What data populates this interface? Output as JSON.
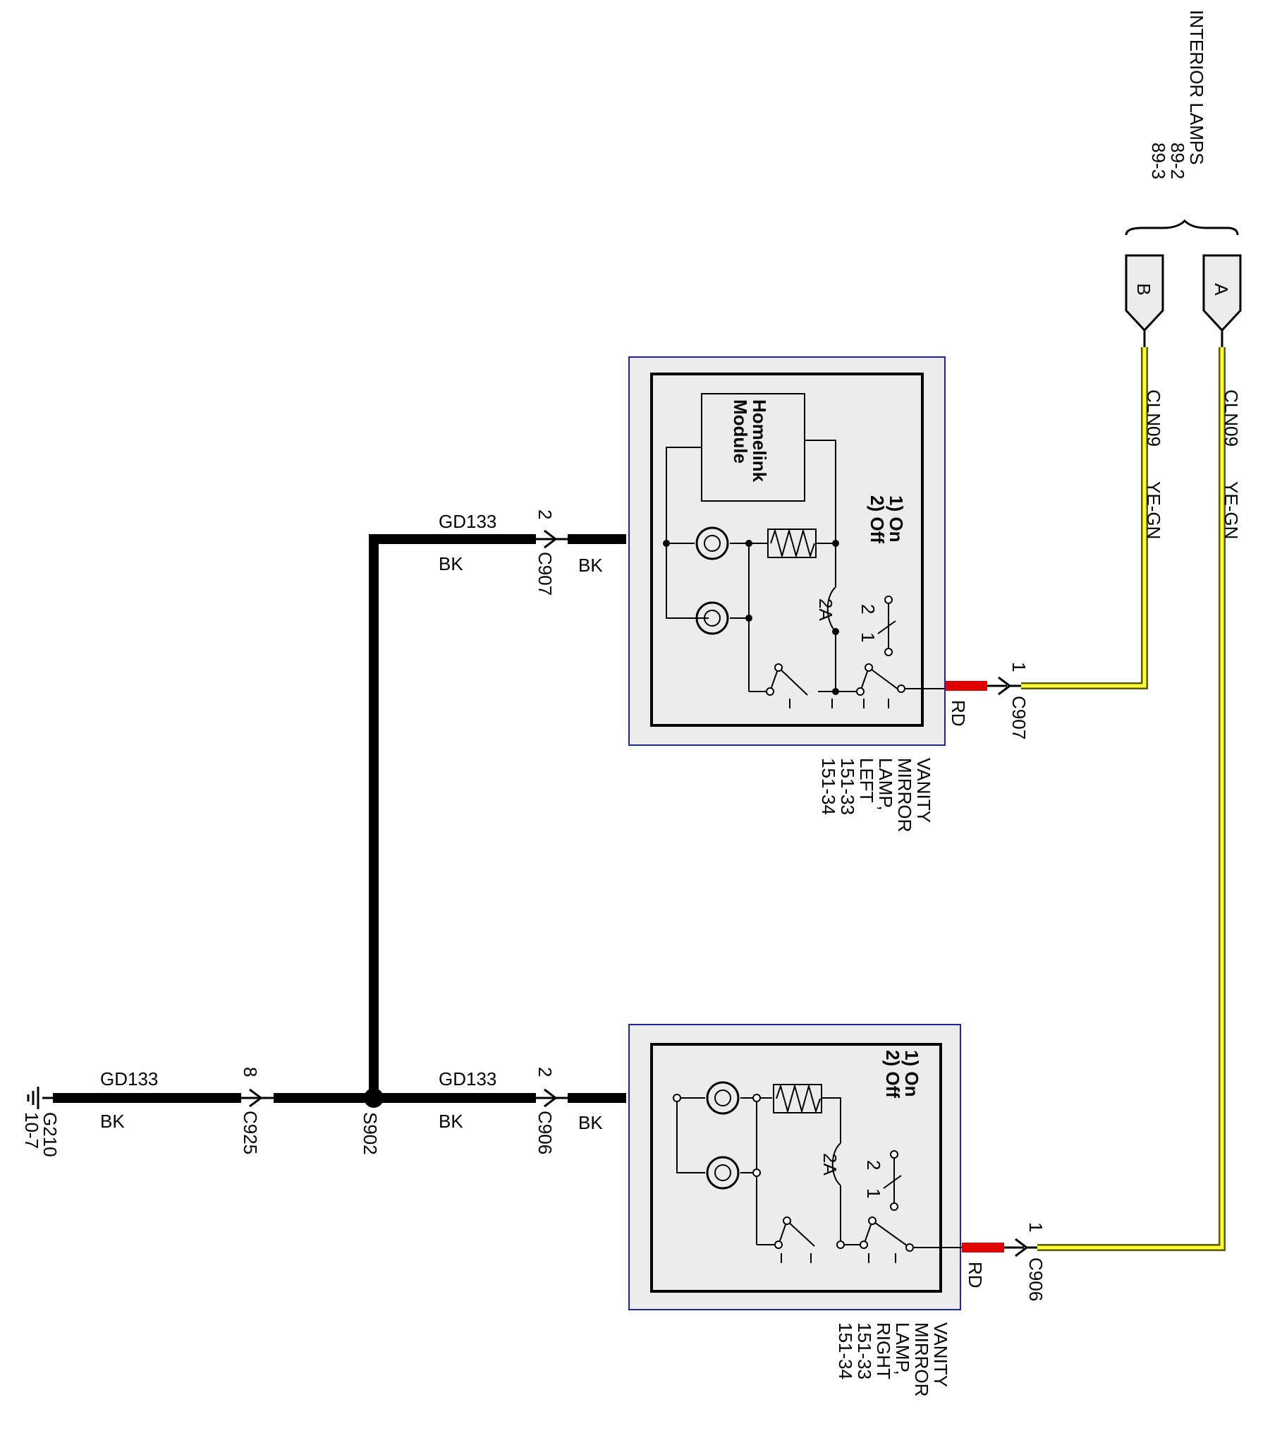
{
  "colors": {
    "background": "#ffffff",
    "ground_wire": "#000000",
    "signal_wire_fill": "#ffff33",
    "signal_wire_edge": "#5a5a00",
    "power_lead": "#e00000",
    "component_border": "#2020c0",
    "component_fill": "#ececec"
  },
  "reference": {
    "title": "INTERIOR LAMPS",
    "pages": [
      "89-2",
      "89-3"
    ]
  },
  "connectors_offpage": [
    {
      "label": "A",
      "wire": "CLN09",
      "color": "YE-GN"
    },
    {
      "label": "B",
      "wire": "CLN09",
      "color": "YE-GN"
    }
  ],
  "left_lamp": {
    "name_lines": [
      "VANITY",
      "MIRROR",
      "LAMP,",
      "LEFT",
      "151-33",
      "151-34"
    ],
    "module": [
      "Homelink",
      "Module"
    ],
    "switch_positions": [
      "1) On",
      "2) Off"
    ],
    "fuse": "2A",
    "switch_pins": [
      "2",
      "1"
    ],
    "power": {
      "pin": "1",
      "connector": "C907",
      "color": "RD"
    },
    "ground": {
      "pin": "2",
      "connector": "C907",
      "color_inside": "BK",
      "circuit": "GD133",
      "color": "BK"
    }
  },
  "right_lamp": {
    "name_lines": [
      "VANITY",
      "MIRROR",
      "LAMP,",
      "RIGHT",
      "151-33",
      "151-34"
    ],
    "switch_positions": [
      "1) On",
      "2) Off"
    ],
    "fuse": "2A",
    "switch_pins": [
      "2",
      "1"
    ],
    "power": {
      "pin": "1",
      "connector": "C906",
      "color": "RD"
    },
    "ground": {
      "pin": "2",
      "connector": "C906",
      "color_inside": "BK",
      "circuit": "GD133",
      "color": "BK"
    }
  },
  "splice": {
    "label": "S902"
  },
  "ground_run": {
    "pin": "8",
    "connector": "C925",
    "circuit": "GD133",
    "color": "BK"
  },
  "ground_point": {
    "label": "G210",
    "page": "10-7"
  }
}
